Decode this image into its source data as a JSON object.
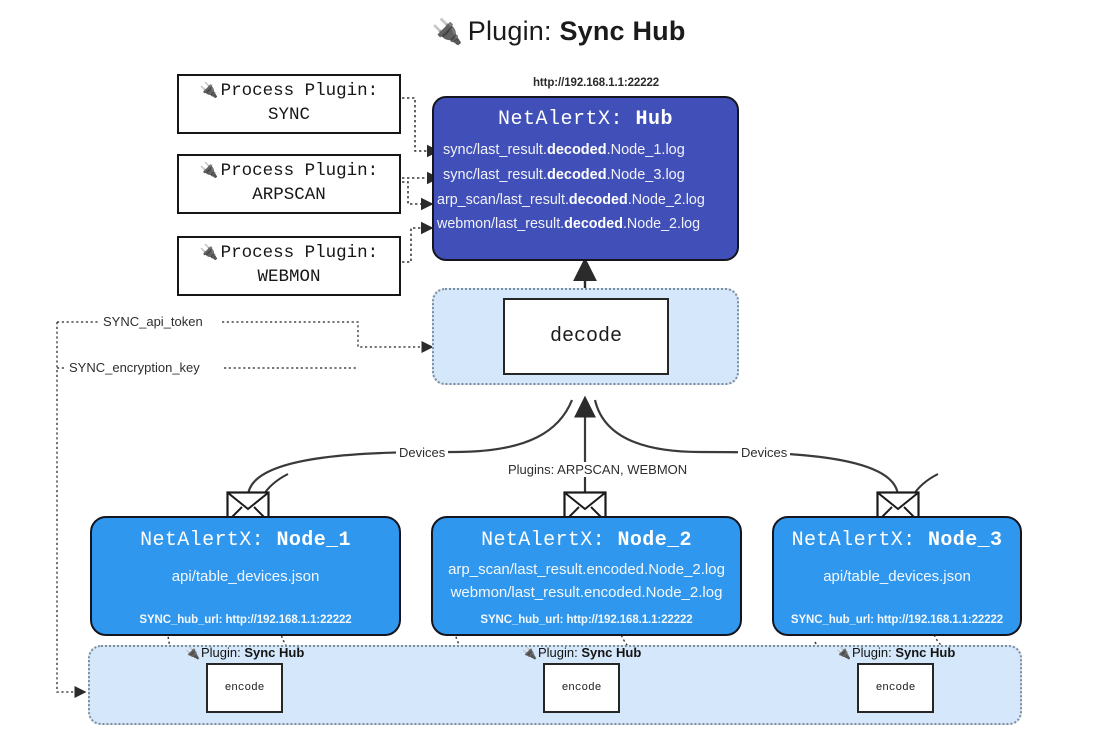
{
  "title": {
    "icon": "plug-icon",
    "prefix": "Plugin:",
    "name": "Sync Hub"
  },
  "process_plugins": [
    {
      "icon": "plug-icon",
      "line1": "Process Plugin:",
      "line2": "SYNC"
    },
    {
      "icon": "plug-icon",
      "line1": "Process Plugin:",
      "line2": "ARPSCAN"
    },
    {
      "icon": "plug-icon",
      "line1": "Process Plugin:",
      "line2": "WEBMON"
    }
  ],
  "hub": {
    "url": "http://192.168.1.1:22222",
    "title_prefix": "NetAlertX:",
    "title_name": "Hub",
    "logs": [
      {
        "pre": "sync/last_result.",
        "bold": "decoded",
        "post": ".Node_1.log"
      },
      {
        "pre": "sync/last_result.",
        "bold": "decoded",
        "post": ".Node_3.log"
      },
      {
        "pre": "arp_scan/last_result.",
        "bold": "decoded",
        "post": ".Node_2.log"
      },
      {
        "pre": "webmon/last_result.",
        "bold": "decoded",
        "post": ".Node_2.log"
      }
    ]
  },
  "decode": {
    "label": "decode"
  },
  "settings": {
    "api_token": "SYNC_api_token",
    "encryption_key": "SYNC_encryption_key"
  },
  "edges": {
    "devices_left": "Devices",
    "devices_right": "Devices",
    "plugins_center": "Plugins: ARPSCAN, WEBMON"
  },
  "nodes": [
    {
      "title_prefix": "NetAlertX:",
      "title_name": "Node_1",
      "lines": [
        "api/table_devices.json"
      ],
      "footer": "SYNC_hub_url: http://192.168.1.1:22222",
      "mail_icon": "envelope-icon"
    },
    {
      "title_prefix": "NetAlertX:",
      "title_name": "Node_2",
      "lines": [
        "arp_scan/last_result.encoded.Node_2.log",
        "webmon/last_result.encoded.Node_2.log"
      ],
      "footer": "SYNC_hub_url: http://192.168.1.1:22222",
      "mail_icon": "envelope-icon"
    },
    {
      "title_prefix": "NetAlertX:",
      "title_name": "Node_3",
      "lines": [
        "api/table_devices.json"
      ],
      "footer": "SYNC_hub_url: http://192.168.1.1:22222",
      "mail_icon": "envelope-icon"
    }
  ],
  "encoders": [
    {
      "tag_prefix": "Plugin:",
      "tag_name": "Sync Hub",
      "label": "encode",
      "icon": "plug-icon"
    },
    {
      "tag_prefix": "Plugin:",
      "tag_name": "Sync Hub",
      "label": "encode",
      "icon": "plug-icon"
    },
    {
      "tag_prefix": "Plugin:",
      "tag_name": "Sync Hub",
      "label": "encode",
      "icon": "plug-icon"
    }
  ],
  "colors": {
    "hub": "#4050b8",
    "node": "#2f97ee",
    "container": "#d5e7fa",
    "stroke": "#15151f"
  }
}
